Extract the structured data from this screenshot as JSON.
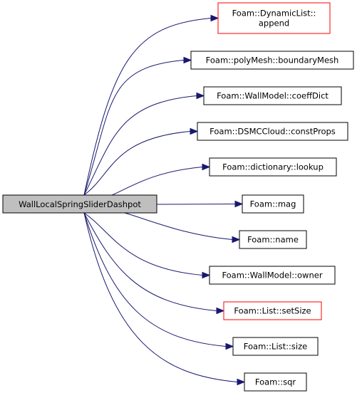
{
  "colors": {
    "edge": "#191970",
    "box_border": "#000000",
    "box_border_external": "#ff0000",
    "source_fill": "#bfbfbf",
    "box_fill": "#ffffff"
  },
  "source": {
    "label": "WallLocalSpringSliderDashpot"
  },
  "targets": [
    {
      "lines": [
        "Foam::DynamicList::",
        "append"
      ],
      "border": "red"
    },
    {
      "lines": [
        "Foam::polyMesh::boundaryMesh"
      ],
      "border": "black"
    },
    {
      "lines": [
        "Foam::WallModel::coeffDict"
      ],
      "border": "black"
    },
    {
      "lines": [
        "Foam::DSMCCloud::constProps"
      ],
      "border": "black"
    },
    {
      "lines": [
        "Foam::dictionary::lookup"
      ],
      "border": "black"
    },
    {
      "lines": [
        "Foam::mag"
      ],
      "border": "black"
    },
    {
      "lines": [
        "Foam::name"
      ],
      "border": "black"
    },
    {
      "lines": [
        "Foam::WallModel::owner"
      ],
      "border": "black"
    },
    {
      "lines": [
        "Foam::List::setSize"
      ],
      "border": "red"
    },
    {
      "lines": [
        "Foam::List::size"
      ],
      "border": "black"
    },
    {
      "lines": [
        "Foam::sqr"
      ],
      "border": "black"
    }
  ]
}
